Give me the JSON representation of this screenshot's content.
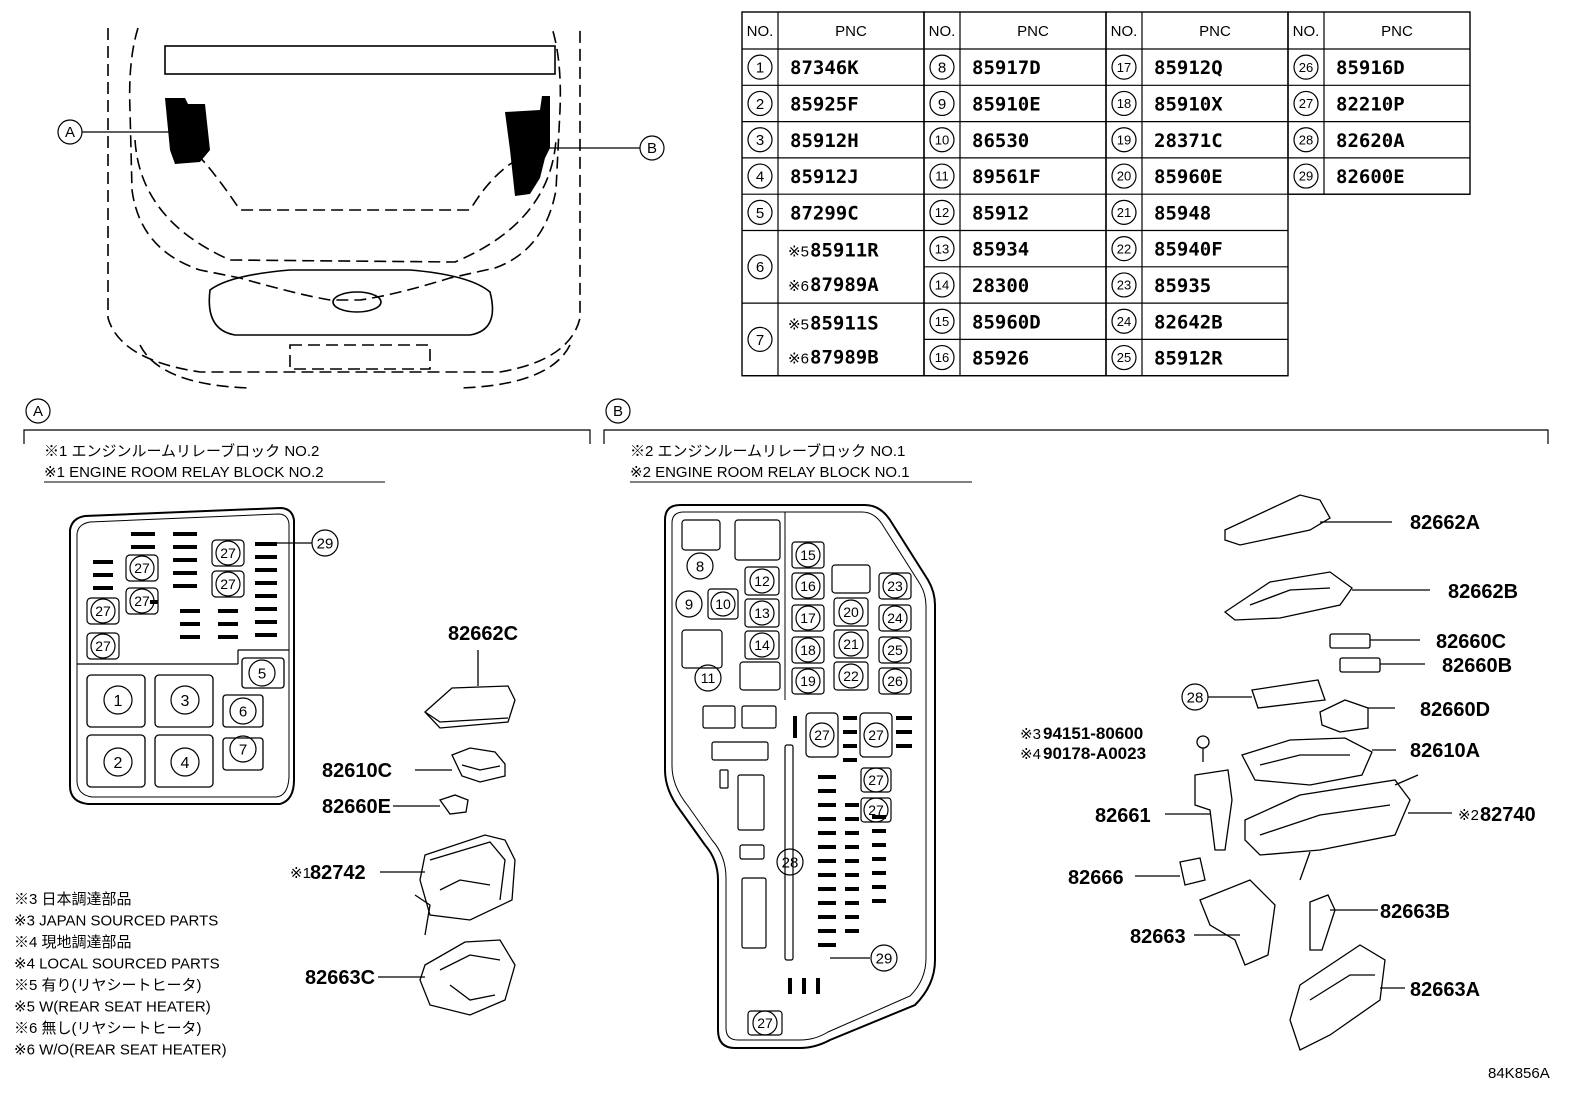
{
  "table": {
    "header_no": "NO.",
    "header_pnc": "PNC",
    "rows": [
      {
        "no": "1",
        "pnc": "87346K"
      },
      {
        "no": "2",
        "pnc": "85925F"
      },
      {
        "no": "3",
        "pnc": "85912H"
      },
      {
        "no": "4",
        "pnc": "85912J"
      },
      {
        "no": "5",
        "pnc": "87299C"
      },
      {
        "no": "6",
        "pnc": "85911R",
        "pnc_note": "※5",
        "pnc2": "87989A",
        "pnc2_note": "※6"
      },
      {
        "no": "7",
        "pnc": "85911S",
        "pnc_note": "※5",
        "pnc2": "87989B",
        "pnc2_note": "※6"
      },
      {
        "no": "8",
        "pnc": "85917D"
      },
      {
        "no": "9",
        "pnc": "85910E"
      },
      {
        "no": "10",
        "pnc": "86530"
      },
      {
        "no": "11",
        "pnc": "89561F"
      },
      {
        "no": "12",
        "pnc": "85912"
      },
      {
        "no": "13",
        "pnc": "85934"
      },
      {
        "no": "14",
        "pnc": "28300"
      },
      {
        "no": "15",
        "pnc": "85960D"
      },
      {
        "no": "16",
        "pnc": "85926"
      },
      {
        "no": "17",
        "pnc": "85912Q"
      },
      {
        "no": "18",
        "pnc": "85910X"
      },
      {
        "no": "19",
        "pnc": "28371C"
      },
      {
        "no": "20",
        "pnc": "85960E"
      },
      {
        "no": "21",
        "pnc": "85948"
      },
      {
        "no": "22",
        "pnc": "85940F"
      },
      {
        "no": "23",
        "pnc": "85935"
      },
      {
        "no": "24",
        "pnc": "82642B"
      },
      {
        "no": "25",
        "pnc": "85912R"
      },
      {
        "no": "26",
        "pnc": "85916D"
      },
      {
        "no": "27",
        "pnc": "82210P"
      },
      {
        "no": "28",
        "pnc": "82620A"
      },
      {
        "no": "29",
        "pnc": "82600E"
      }
    ]
  },
  "callouts": {
    "a": "A",
    "b": "B"
  },
  "section_a": {
    "title_jp": "※1 エンジンルームリレーブロック NO.2",
    "title_en": "※1 ENGINE ROOM RELAY BLOCK NO.2",
    "parts": {
      "cover": "82662C",
      "p82610c": "82610C",
      "p82660e": "82660E",
      "p82742": "82742",
      "p82742_note": "※1",
      "p82663c": "82663C"
    },
    "box_numbers": [
      "1",
      "2",
      "3",
      "4",
      "5",
      "6",
      "7",
      "27",
      "29"
    ]
  },
  "section_b": {
    "title_jp": "※2 エンジンルームリレーブロック NO.1",
    "title_en": "※2 ENGINE ROOM RELAY BLOCK NO.1",
    "parts": {
      "p82662a": "82662A",
      "p82662b": "82662B",
      "p82660c": "82660C",
      "p82660b": "82660B",
      "p82660d": "82660D",
      "p94151": "94151-80600",
      "p94151_note": "※3",
      "p90178": "90178-A0023",
      "p90178_note": "※4",
      "p82610a": "82610A",
      "p82740": "82740",
      "p82740_note": "※2",
      "p82661": "82661",
      "p82666": "82666",
      "p82663b": "82663B",
      "p82663": "82663",
      "p82663a": "82663A",
      "callout28": "28"
    },
    "box_numbers": [
      "8",
      "9",
      "10",
      "11",
      "12",
      "13",
      "14",
      "15",
      "16",
      "17",
      "18",
      "19",
      "20",
      "21",
      "22",
      "23",
      "24",
      "25",
      "26",
      "27",
      "28",
      "29"
    ]
  },
  "notes": [
    "※3 日本調達部品",
    "※3 JAPAN SOURCED PARTS",
    "※4 現地調達部品",
    "※4 LOCAL SOURCED PARTS",
    "※5 有り(リヤシートヒータ)",
    "※5 W(REAR SEAT HEATER)",
    "※6 無し(リヤシートヒータ)",
    "※6 W/O(REAR SEAT HEATER)"
  ],
  "figure_code": "84K856A"
}
